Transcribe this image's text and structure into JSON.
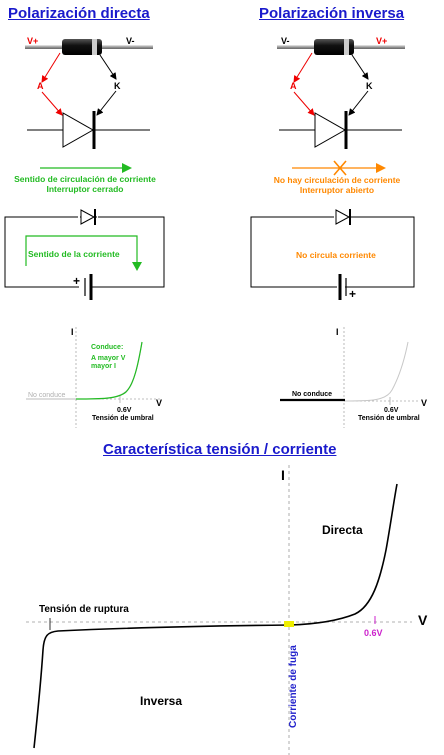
{
  "left": {
    "title": "Polarización directa",
    "v_left": "V+",
    "v_right": "V-",
    "anode": "A",
    "cathode": "K",
    "flow_line1": "Sentido de circulación de corriente",
    "flow_line2": "Interruptor cerrado",
    "circuit_text": "Sentido de la corriente",
    "battery_sign": "+",
    "graph": {
      "i_label": "I",
      "v_label": "V",
      "conduce": "Conduce:",
      "mayor1": "A mayor V",
      "mayor2": "mayor I",
      "no_conduce": "No conduce",
      "threshold": "0.6V",
      "umbral": "Tensión de umbral"
    }
  },
  "right": {
    "title": "Polarización inversa",
    "v_left": "V-",
    "v_right": "V+",
    "anode": "A",
    "cathode": "K",
    "flow_line1": "No hay circulación de corriente",
    "flow_line2": "Interruptor abierto",
    "circuit_text": "No circula corriente",
    "battery_sign": "+",
    "graph": {
      "i_label": "I",
      "v_label": "V",
      "no_conduce": "No conduce",
      "threshold": "0.6V",
      "umbral": "Tensión de umbral"
    }
  },
  "main": {
    "title": "Característica tensión / corriente",
    "i_label": "I",
    "v_label": "V",
    "directa": "Directa",
    "inversa": "Inversa",
    "ruptura": "Tensión de ruptura",
    "threshold": "0.6V",
    "fuga": "Corriente de fuga"
  },
  "colors": {
    "heading": "#1a1acc",
    "red": "#ee0000",
    "green": "#22bb22",
    "orange": "#ff8800",
    "magenta": "#cc22cc",
    "leak_blue": "#2222cc",
    "leak_yellow": "#eeee00"
  }
}
